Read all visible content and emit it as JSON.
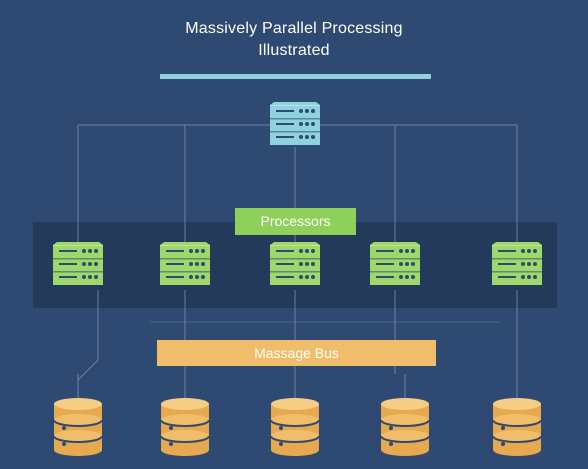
{
  "title": {
    "line1": "Massively Parallel Processing",
    "line2": "Illustrated"
  },
  "processors_label": "Processors",
  "bus_label": "Massage Bus",
  "colors": {
    "background": "#2e4a72",
    "band": "#233a5a",
    "master_server": "#8fd1dd",
    "processor_server": "#9fd86a",
    "database": "#f0bd6b",
    "connector": "#7f97b8"
  },
  "icons": {
    "master": "server-icon",
    "processor": "server-icon",
    "storage": "database-icon"
  },
  "processor_count": 5,
  "database_count": 5
}
